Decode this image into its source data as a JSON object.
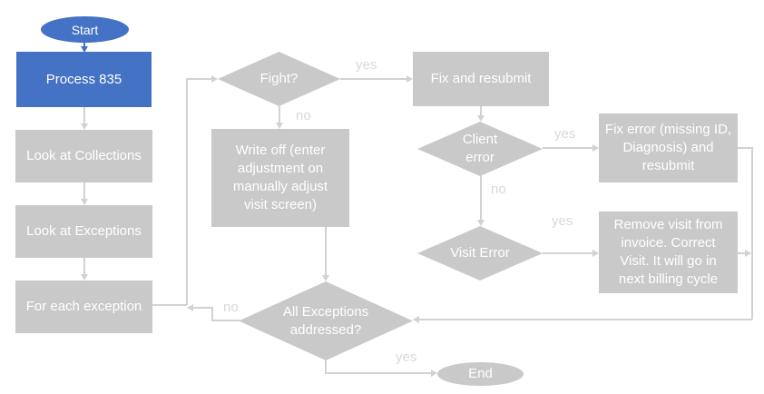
{
  "colors": {
    "accent_blue": "#4472C4",
    "shape_gray": "#C9C9C9",
    "line_gray": "#D2D2D2",
    "label_gray": "#D9D9D9",
    "shape_text": "#FFFFFF",
    "background": "#FFFFFF"
  },
  "nodes": {
    "start": {
      "type": "terminator",
      "label": "Start"
    },
    "process_835": {
      "type": "process",
      "label": "Process 835"
    },
    "look_at_collections": {
      "type": "process",
      "label": "Look at Collections"
    },
    "look_at_exceptions": {
      "type": "process",
      "label": "Look at Exceptions"
    },
    "for_each_exception": {
      "type": "process",
      "label": "For each exception"
    },
    "fight": {
      "type": "decision",
      "label": "Fight?"
    },
    "fix_and_resubmit": {
      "type": "process",
      "label": "Fix and resubmit"
    },
    "write_off": {
      "type": "process",
      "label": "Write off (enter adjustment on manually adjust visit screen)"
    },
    "client_error": {
      "type": "decision",
      "label": "Client error"
    },
    "fix_error": {
      "type": "process",
      "label": "Fix error (missing ID, Diagnosis) and resubmit"
    },
    "visit_error": {
      "type": "decision",
      "label": "Visit Error"
    },
    "remove_visit": {
      "type": "process",
      "label": "Remove visit from invoice. Correct Visit. It will go in next billing cycle"
    },
    "all_exceptions_addressed": {
      "type": "decision",
      "label": "All Exceptions addressed?"
    },
    "end": {
      "type": "terminator",
      "label": "End"
    }
  },
  "edges": {
    "fight_yes": "yes",
    "fight_no": "no",
    "client_error_yes": "yes",
    "client_error_no": "no",
    "visit_error_yes": "yes",
    "all_exceptions_no": "no",
    "all_exceptions_yes": "yes"
  }
}
